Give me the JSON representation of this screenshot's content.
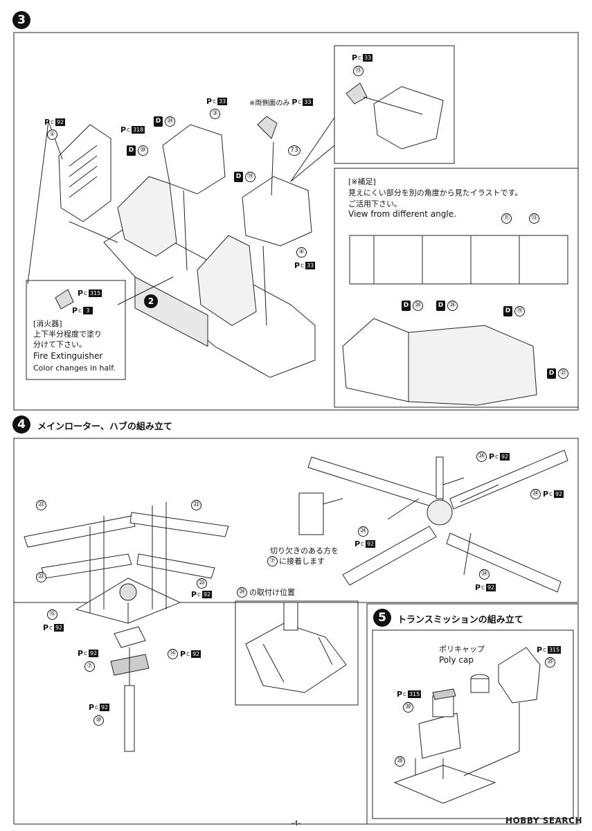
{
  "step3": {
    "number": "3",
    "parts": [
      {
        "num": "①",
        "paint": "92"
      },
      {
        "num": "⑩",
        "paint": "318"
      },
      {
        "num": "㉔",
        "paint": "33",
        "ref": "③"
      },
      {
        "num": "⑲",
        "paint": "33",
        "ref": "④"
      },
      {
        "num": "⑬",
        "paint": "33"
      },
      {
        "num": "73"
      }
    ],
    "both_sides_note": "※両側面のみ",
    "both_sides_paint": "33",
    "assembly_ref": "2",
    "inset_top_paint": "33",
    "inset_top_part": "⑬",
    "supplement": {
      "title": "[※補足]",
      "line1": "見えにくい部分を別の角度から見たイラストです。",
      "line2": "ご活用下さい。",
      "line3": "View from different angle.",
      "parts": [
        "⑪",
        "⑬"
      ],
      "decals": [
        "㉔",
        "㉖",
        "⑲",
        "㉑"
      ]
    },
    "extinguisher": {
      "paint_top": "315",
      "paint_bottom": "3",
      "title": "[消火器]",
      "line1": "上下半分程度で塗り",
      "line2": "分けて下さい。",
      "line3": "Fire Extinguisher",
      "line4": "Color changes in half."
    }
  },
  "step4": {
    "number": "4",
    "title": "メインローター、ハブの組み立て",
    "parts": [
      {
        "num": "㉓"
      },
      {
        "num": "㉓"
      },
      {
        "num": "㉓"
      },
      {
        "num": "㉓",
        "paint": "92"
      },
      {
        "num": "⑮",
        "paint": "92"
      },
      {
        "num": "⑭",
        "paint": "92"
      },
      {
        "num": "⑦"
      },
      {
        "num": "⑩",
        "paint": "92"
      }
    ],
    "paint_92": "92",
    "notch_note_line1": "切り欠きのある方を",
    "notch_note_line2": "に接着します",
    "notch_ref": "⑦",
    "mount_position": "の取付け位置",
    "mount_ref": "㉔",
    "rotor_part": "㉔"
  },
  "step5": {
    "number": "5",
    "title": "トランスミッションの組み立て",
    "polycap_jp": "ポリキャップ",
    "polycap_en": "Poly cap",
    "paint_315": "315",
    "parts": [
      "㉙",
      "㉚",
      "㉘"
    ]
  },
  "footer": {
    "page": "-4-",
    "watermark": "HOBBY SEARCH"
  }
}
